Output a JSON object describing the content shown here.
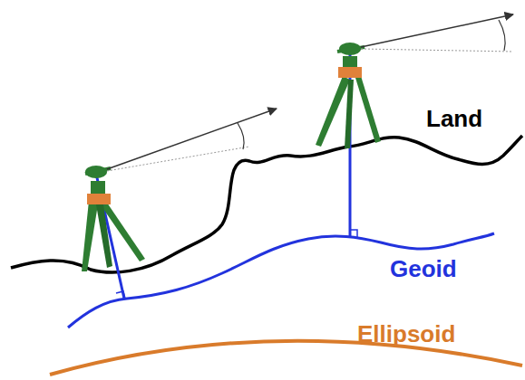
{
  "diagram": {
    "labels": [
      "Land",
      "Geoid",
      "Ellipsoid"
    ]
  }
}
